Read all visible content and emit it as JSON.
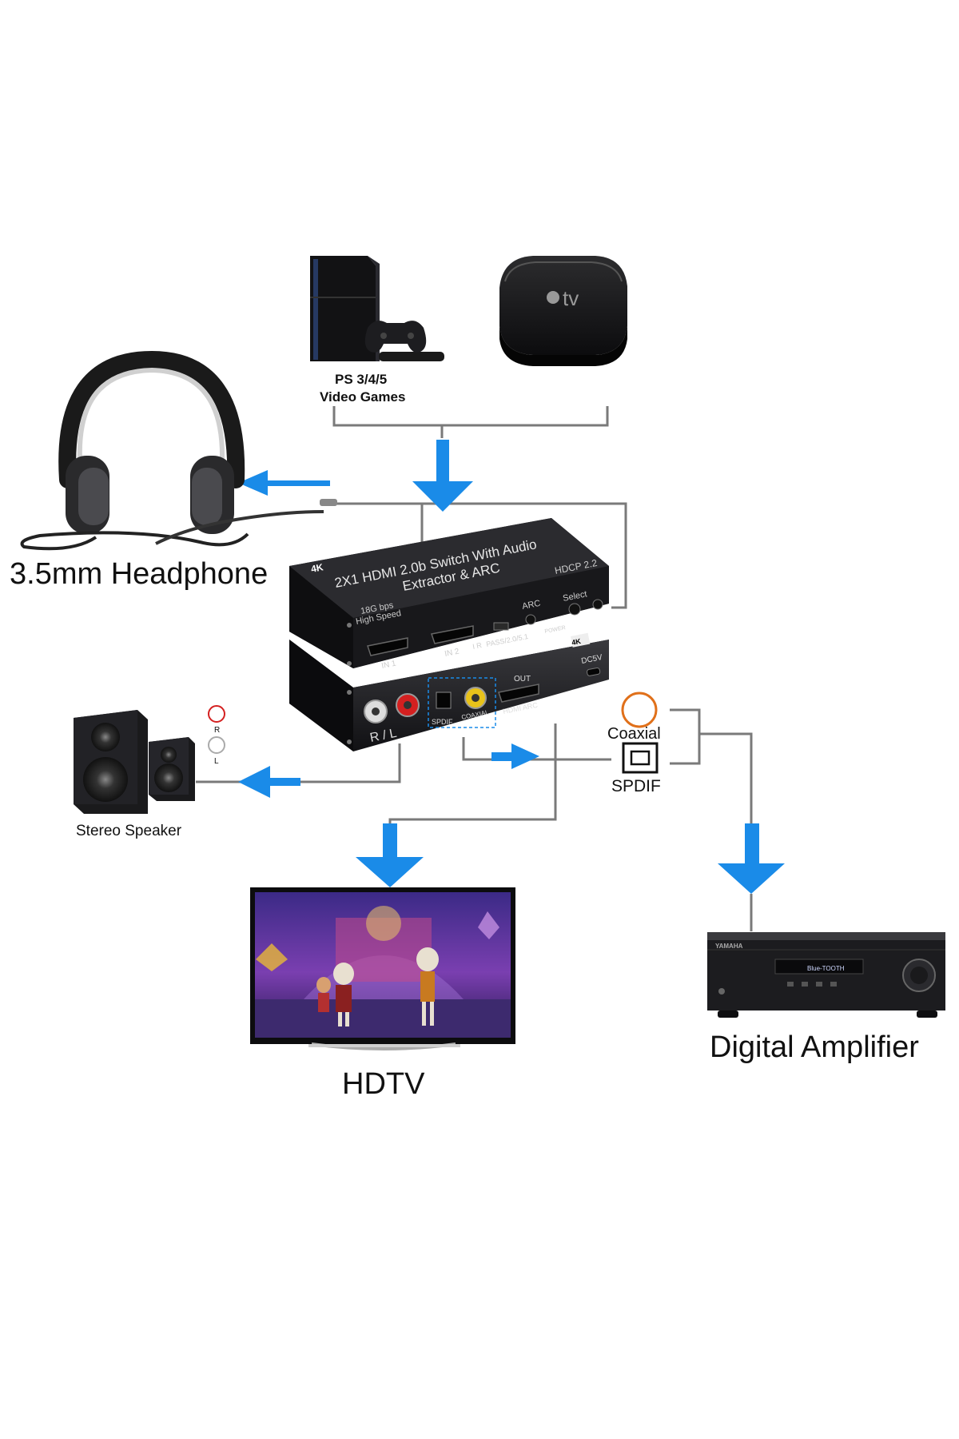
{
  "sources": {
    "ps_label_line1": "PS 3/4/5",
    "ps_label_line2": "Video Games",
    "appletv_logo": "tv"
  },
  "outputs": {
    "headphone": "3.5mm Headphone",
    "speaker": "Stereo Speaker",
    "hdtv": "HDTV",
    "amplifier": "Digital Amplifier",
    "coaxial": "Coaxial",
    "spdif": "SPDIF",
    "rl_r": "R",
    "rl_l": "L"
  },
  "device_top": {
    "badge": "4K",
    "title_line1": "2X1 HDMI 2.0b Switch With Audio",
    "title_line2": "Extractor & ARC",
    "speed_line1": "18G bps",
    "speed_line2": "High Speed",
    "hdcp": "HDCP 2.2",
    "arc": "ARC",
    "select": "Select",
    "power": "POWER",
    "in1": "IN 1",
    "in2": "IN 2",
    "ir": "I R",
    "pass": "PASS/2.0/5.1"
  },
  "device_bottom": {
    "badge": "4K",
    "rl": "R / L",
    "spdif": "SPDIF",
    "coaxial": "COAXIAL",
    "out": "OUT",
    "hdmi_arc": "HDMI ARC",
    "dc": "DC5V"
  },
  "amplifier_device": {
    "brand": "YAMAHA",
    "display": "Blue-TOOTH"
  },
  "colors": {
    "arrow_blue": "#1a8be8",
    "line_gray": "#7a7a7a",
    "device_body": "#1c1c1e",
    "coax_orange": "#e0701a",
    "rca_red": "#d42020"
  }
}
